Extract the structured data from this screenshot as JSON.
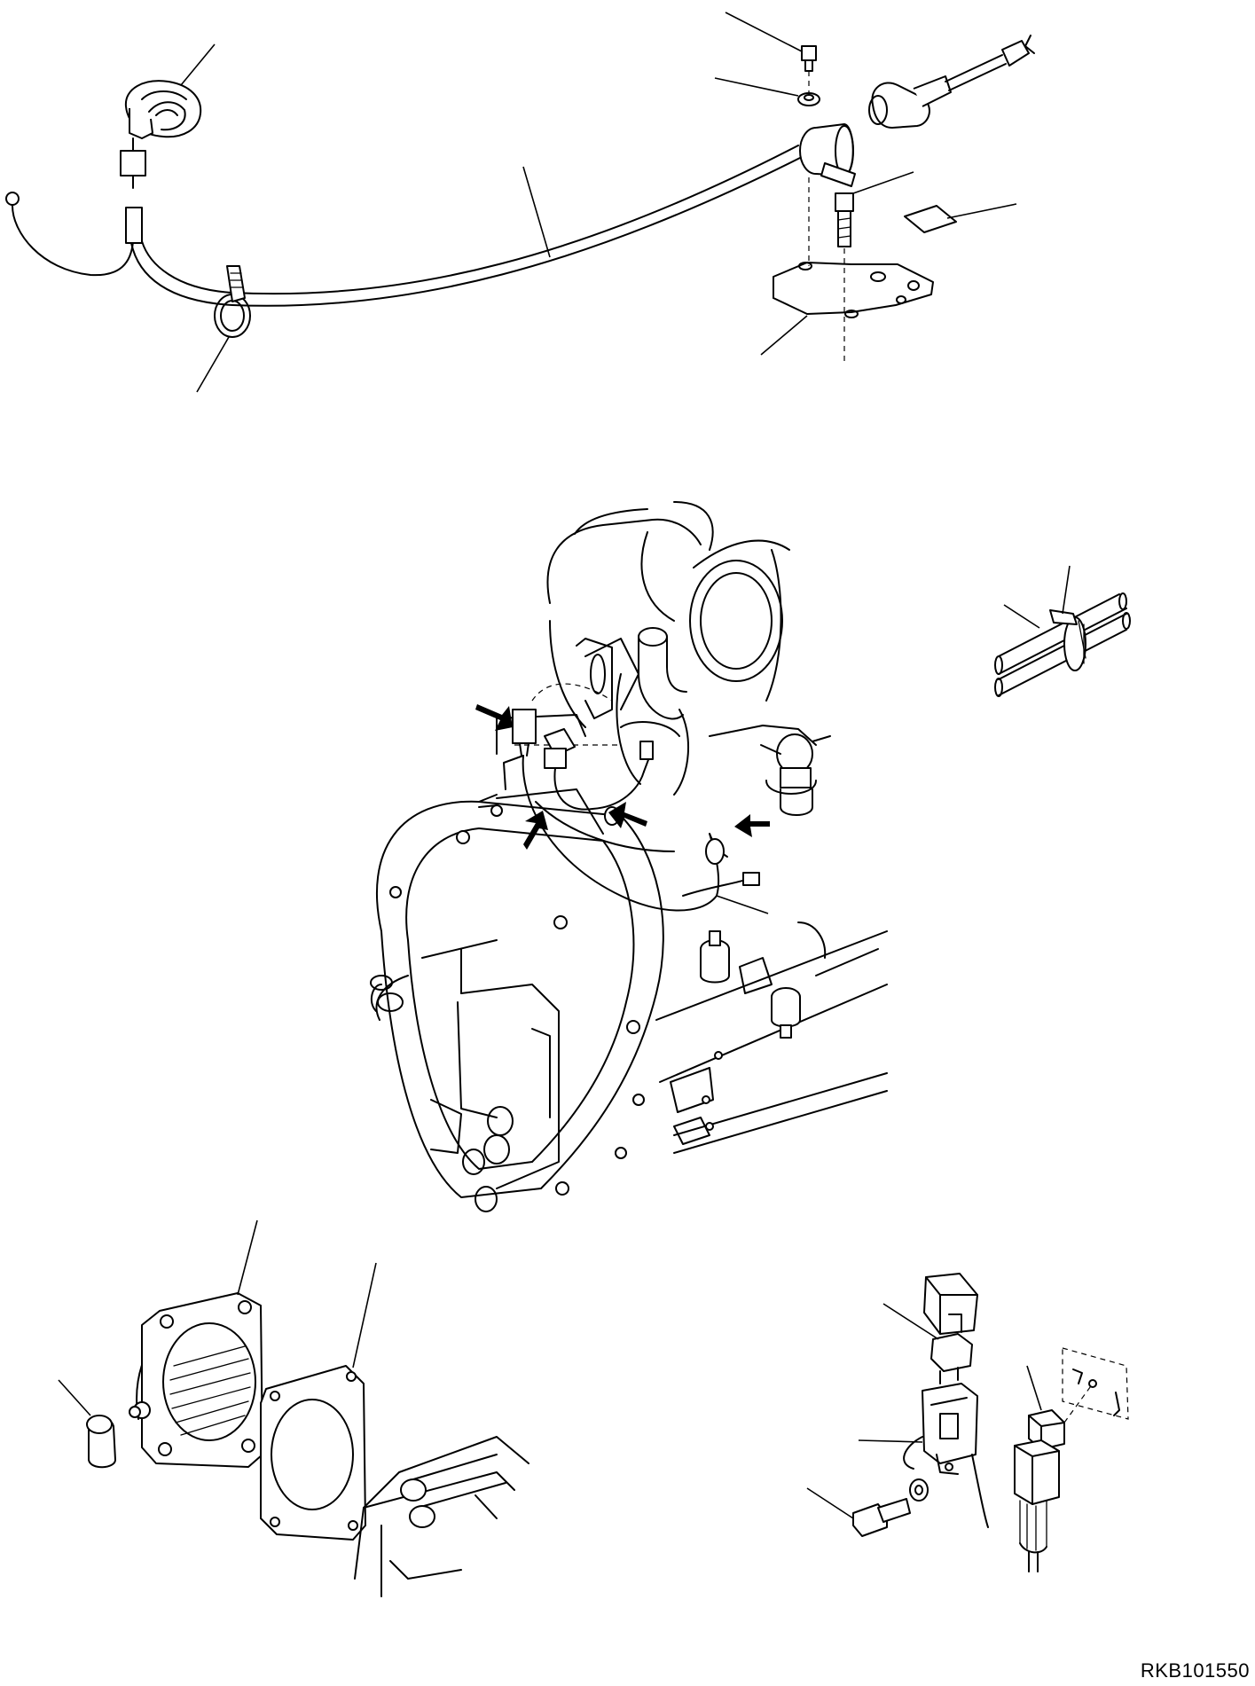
{
  "drawing": {
    "code": "RKB101550",
    "background": "#ffffff",
    "line_color": "#000000"
  },
  "views": [
    {
      "name": "top-cable-assembly",
      "items": [
        "sensor-connector",
        "cable",
        "cable-tie",
        "bolt",
        "washer",
        "bracket",
        "screw",
        "pad",
        "plug-end"
      ]
    },
    {
      "name": "engine-transmission-overview",
      "items": [
        "wiring-harness",
        "connectors",
        "arrow-markers"
      ]
    },
    {
      "name": "cable-tie-detail",
      "items": [
        "clamp",
        "tube-bundle"
      ]
    },
    {
      "name": "transmission-cover-detail",
      "items": [
        "cover-plate",
        "gasket",
        "cap"
      ]
    },
    {
      "name": "relay-fuse-detail",
      "items": [
        "fuse-holder",
        "fuse",
        "relay",
        "socket",
        "bolt",
        "washer"
      ]
    }
  ]
}
